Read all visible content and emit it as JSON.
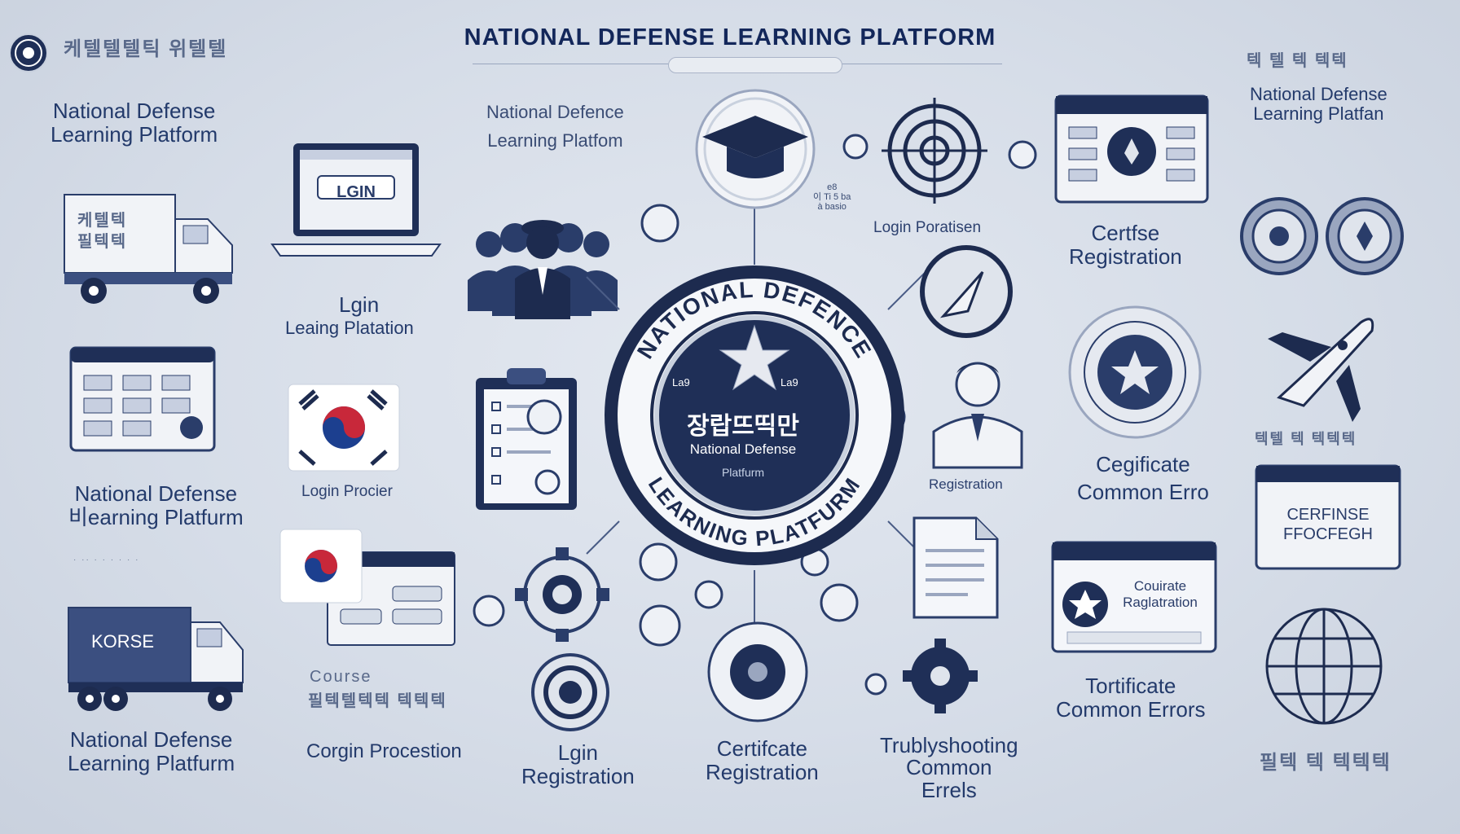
{
  "header": {
    "title": "NATIONAL DEFENSE LEARNING PLATFORM",
    "korean_top_left": "케텔텔텔틱 위텔텔",
    "korean_top_right": "텍 텔 텍 텍텍"
  },
  "labels": {
    "left_top": "National Defense\nLearning Platform",
    "left_mid": "National Defense\n비earning Platfurm",
    "left_bottom": "National Defense\nLearning Platfurm",
    "laptop_caption_1": "Lgin",
    "laptop_caption_2": "Leaing Platation",
    "flag_caption": "Login Procier",
    "top_mid": "National Defence\nLearning Platfom",
    "target_caption": "Login Poratisen",
    "reg_caption": "Certfse\nRegistration",
    "right_top": "National Defense\nLearning Platfan",
    "person_caption": "Registration",
    "cert_caption": "Cegificate\nCommon Erro",
    "course_caption_1": "Course",
    "course_caption_2": "필텍텔텍텍 텍텍텍",
    "bottom_login_proc": "Corgin Procestion",
    "bottom_login_reg": "Lgin\nRegistration",
    "bottom_cert_reg": "Certifcate\nRegistration",
    "bottom_trouble": "Trublyshooting\nCommon\nErrels",
    "right_cert": "Tortificate\nCommon Errors",
    "right_korean_mid": "텍텔 텍 텍텍텍",
    "right_korean_bottom": "필텍 텍 텍텍텍",
    "left_tiny": "· ·· · · · · · ·",
    "truck_korean": "케텔텍\n필텍텍",
    "truck_label": "KORSE",
    "center_ring_top": "NATIONAL DEFENCE",
    "center_ring_bottom": "LEARNING PLATFURM",
    "center_korean": "장랍뜨띡만",
    "center_en": "National Defense",
    "center_sub": "Platfurm",
    "center_corner_l": "La9",
    "center_corner_r": "La9",
    "laptop_screen": "LGIN",
    "course_box": "Couirate\nRaglatration",
    "cerfinse_box": "CERFINSE\nFFOCFEGH",
    "tiny_cap": "e8\n이 Ti 5 ba\nà basio"
  },
  "colors": {
    "navy": "#1f2f57",
    "dark": "#1d2b4f",
    "accent": "#3b4f80",
    "light": "#f1f3f7",
    "red": "#c8283a",
    "blue": "#1c3f8f"
  },
  "icons": [
    "emblem-icon",
    "laptop-icon",
    "truck-icon",
    "soldiers-icon",
    "graduation-cap-icon",
    "target-icon",
    "compass-icon",
    "clipboard-icon",
    "korean-flag-icon",
    "gear-icon",
    "person-icon",
    "document-icon",
    "star-badge-icon",
    "jet-icon",
    "globe-icon"
  ]
}
